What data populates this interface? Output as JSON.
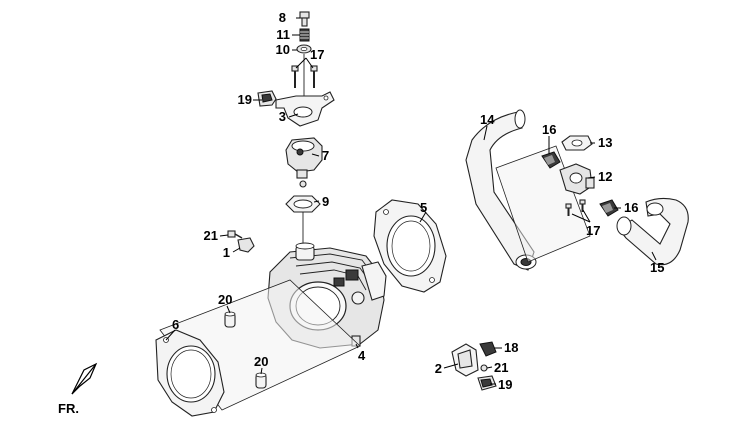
{
  "diagram": {
    "callouts": [
      {
        "id": "c8",
        "label": "8"
      },
      {
        "id": "c11",
        "label": "11"
      },
      {
        "id": "c10",
        "label": "10"
      },
      {
        "id": "c17a",
        "label": "17"
      },
      {
        "id": "c19a",
        "label": "19"
      },
      {
        "id": "c3",
        "label": "3"
      },
      {
        "id": "c7",
        "label": "7"
      },
      {
        "id": "c9",
        "label": "9"
      },
      {
        "id": "c21a",
        "label": "21"
      },
      {
        "id": "c1",
        "label": "1"
      },
      {
        "id": "c5",
        "label": "5"
      },
      {
        "id": "c14",
        "label": "14"
      },
      {
        "id": "c16a",
        "label": "16"
      },
      {
        "id": "c13",
        "label": "13"
      },
      {
        "id": "c12",
        "label": "12"
      },
      {
        "id": "c16b",
        "label": "16"
      },
      {
        "id": "c17b",
        "label": "17"
      },
      {
        "id": "c15",
        "label": "15"
      },
      {
        "id": "c20a",
        "label": "20"
      },
      {
        "id": "c6",
        "label": "6"
      },
      {
        "id": "c20b",
        "label": "20"
      },
      {
        "id": "c4",
        "label": "4"
      },
      {
        "id": "c18",
        "label": "18"
      },
      {
        "id": "c2",
        "label": "2"
      },
      {
        "id": "c21b",
        "label": "21"
      },
      {
        "id": "c19b",
        "label": "19"
      }
    ],
    "direction_label": "FR."
  }
}
